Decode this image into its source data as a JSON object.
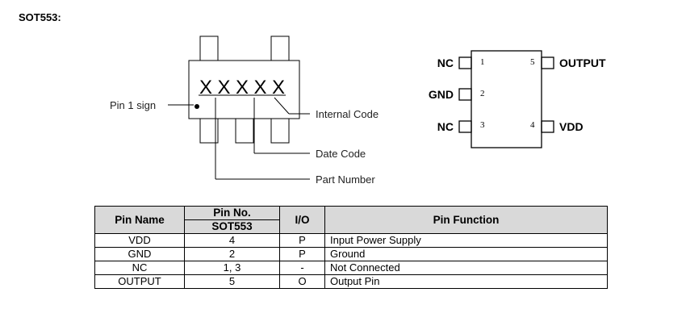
{
  "heading": "SOT553:",
  "marking": {
    "code": "XXXXX",
    "pin1_label": "Pin 1 sign",
    "internal_code_label": "Internal Code",
    "date_code_label": "Date Code",
    "part_number_label": "Part Number"
  },
  "pinout": {
    "pins": [
      {
        "number": "1",
        "name": "NC"
      },
      {
        "number": "2",
        "name": "GND"
      },
      {
        "number": "3",
        "name": "NC"
      },
      {
        "number": "4",
        "name": "VDD"
      },
      {
        "number": "5",
        "name": "OUTPUT"
      }
    ]
  },
  "table": {
    "headers": {
      "pin_name": "Pin Name",
      "pin_no": "Pin No.",
      "package": "SOT553",
      "io": "I/O",
      "function": "Pin Function"
    },
    "rows": [
      {
        "name": "VDD",
        "no": "4",
        "io": "P",
        "function": "Input Power Supply"
      },
      {
        "name": "GND",
        "no": "2",
        "io": "P",
        "function": "Ground"
      },
      {
        "name": "NC",
        "no": "1, 3",
        "io": "-",
        "function": "Not Connected"
      },
      {
        "name": "OUTPUT",
        "no": "5",
        "io": "O",
        "function": "Output Pin"
      }
    ]
  }
}
